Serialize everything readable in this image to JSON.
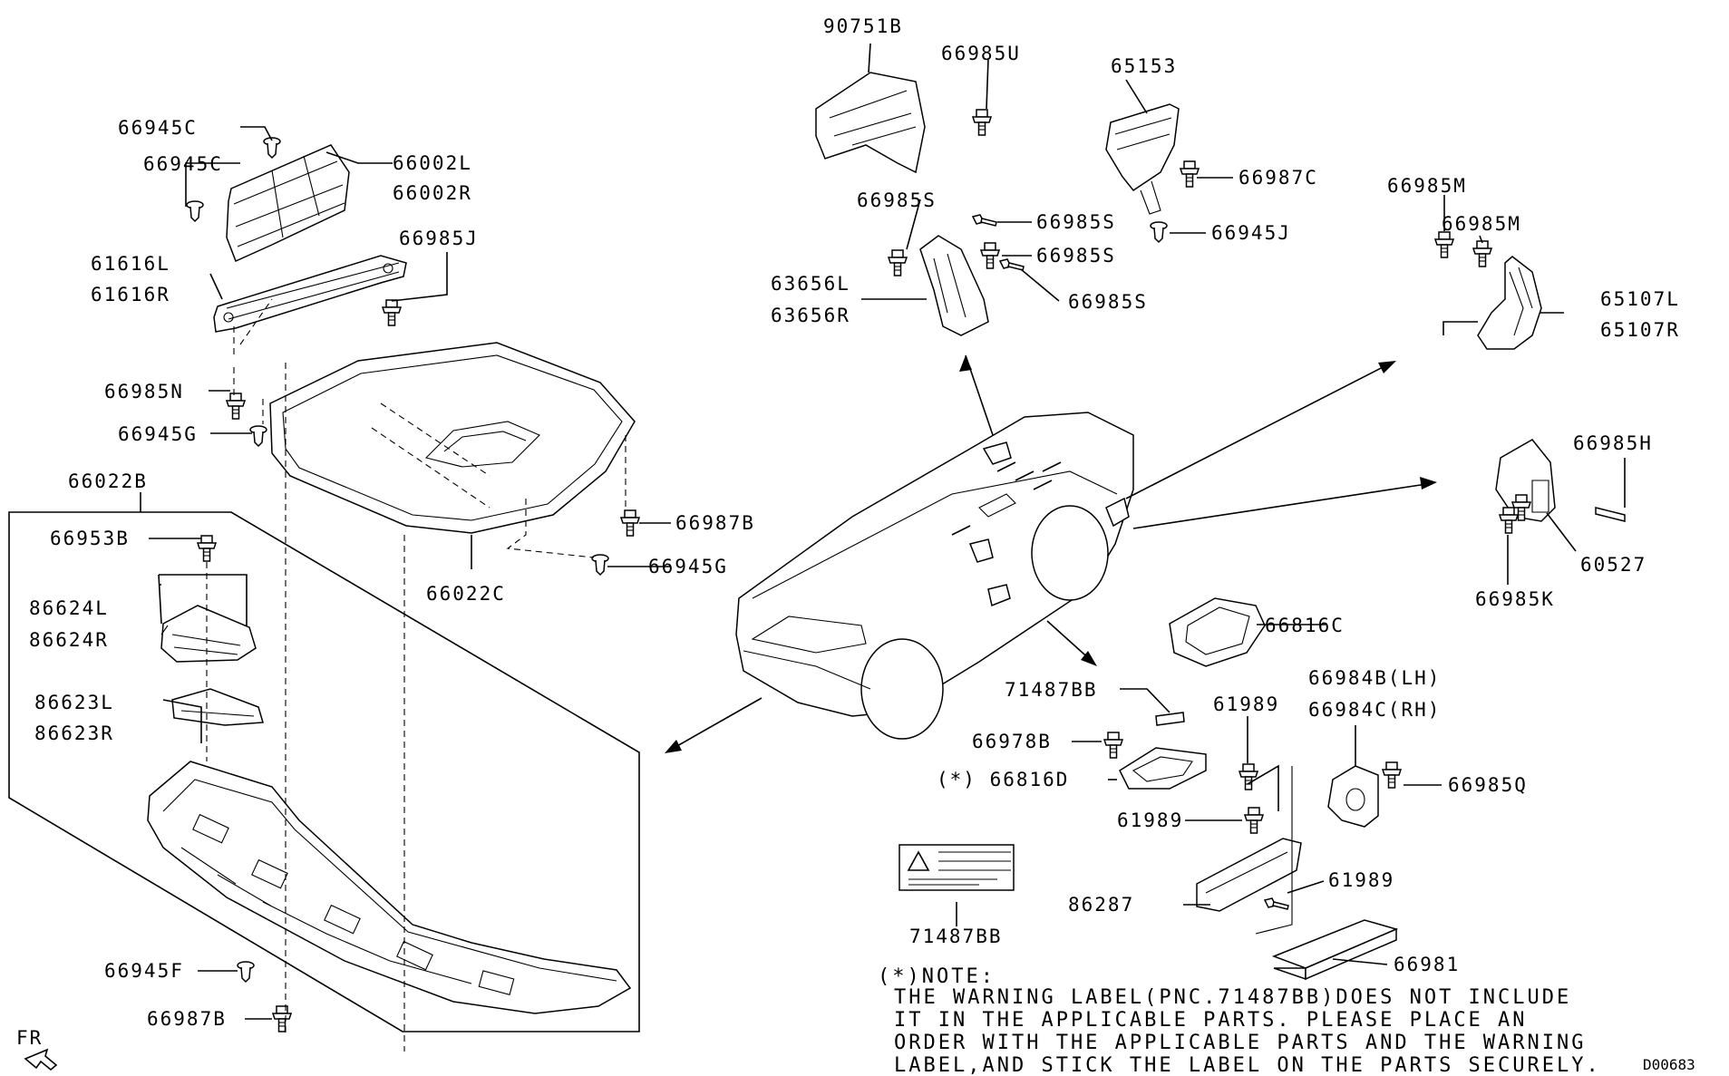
{
  "labels": {
    "p66945C_a": "66945C",
    "p66945C_b": "66945C",
    "p66002L": "66002L",
    "p66002R": "66002R",
    "p61616L": "61616L",
    "p61616R": "61616R",
    "p66985J": "66985J",
    "p66985N": "66985N",
    "p66945G_a": "66945G",
    "p66022B": "66022B",
    "p66953B": "66953B",
    "p86624L": "86624L",
    "p86624R": "86624R",
    "p86623L": "86623L",
    "p86623R": "86623R",
    "p66987B_a": "66987B",
    "p66945G_b": "66945G",
    "p66022C": "66022C",
    "p66945F": "66945F",
    "p66987B_b": "66987B",
    "p90751B": "90751B",
    "p66985U": "66985U",
    "p66985S_a": "66985S",
    "p66985S_b": "66985S",
    "p66985S_c": "66985S",
    "p66985S_d": "66985S",
    "p63656L": "63656L",
    "p63656R": "63656R",
    "p65153": "65153",
    "p66987C": "66987C",
    "p66945J": "66945J",
    "p66985M_a": "66985M",
    "p66985M_b": "66985M",
    "p65107L": "65107L",
    "p65107R": "65107R",
    "p66985H": "66985H",
    "p60527": "60527",
    "p66985K": "66985K",
    "p66816C": "66816C",
    "p71487BB_a": "71487BB",
    "p66978B": "66978B",
    "p66816D": "(*) 66816D",
    "p61989_a": "61989",
    "p61989_b": "61989",
    "p61989_c": "61989",
    "p66984B": "66984B(LH)",
    "p66984C": "66984C(RH)",
    "p66985Q": "66985Q",
    "p86287": "86287",
    "p71487BB_b": "71487BB",
    "p66981": "66981"
  },
  "front_marker": "FR",
  "note": {
    "heading": "(*)NOTE:",
    "lines": [
      "THE WARNING LABEL(PNC.71487BB)DOES NOT INCLUDE",
      "IT IN THE APPLICABLE PARTS. PLEASE PLACE AN",
      "ORDER WITH THE APPLICABLE PARTS AND THE WARNING",
      "LABEL,AND STICK THE LABEL ON THE PARTS SECURELY."
    ]
  },
  "diagram_code": "D00683"
}
